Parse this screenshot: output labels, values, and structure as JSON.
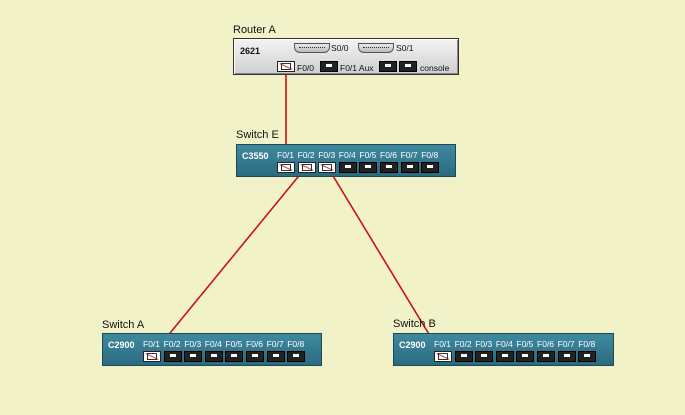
{
  "devices": {
    "router_a": {
      "name": "Router A",
      "model": "2621",
      "serial_ports": [
        "S0/0",
        "S0/1"
      ],
      "f0_0": "F0/0",
      "f0_1_aux": "F0/1 Aux",
      "console": "console"
    },
    "switch_e": {
      "name": "Switch E",
      "model": "C3550",
      "ports": [
        "F0/1",
        "F0/2",
        "F0/3",
        "F0/4",
        "F0/5",
        "F0/6",
        "F0/7",
        "F0/8"
      ],
      "connected": [
        true,
        true,
        true,
        false,
        false,
        false,
        false,
        false
      ]
    },
    "switch_a": {
      "name": "Switch A",
      "model": "C2900",
      "ports": [
        "F0/1",
        "F0/2",
        "F0/3",
        "F0/4",
        "F0/5",
        "F0/6",
        "F0/7",
        "F0/8"
      ],
      "connected": [
        true,
        false,
        false,
        false,
        false,
        false,
        false,
        false
      ]
    },
    "switch_b": {
      "name": "Switch B",
      "model": "C2900",
      "ports": [
        "F0/1",
        "F0/2",
        "F0/3",
        "F0/4",
        "F0/5",
        "F0/6",
        "F0/7",
        "F0/8"
      ],
      "connected": [
        true,
        false,
        false,
        false,
        false,
        false,
        false,
        false
      ]
    }
  },
  "links": [
    {
      "from": "Router A F0/0",
      "to": "Switch E F0/1"
    },
    {
      "from": "Switch E F0/2",
      "to": "Switch A F0/1"
    },
    {
      "from": "Switch E F0/3",
      "to": "Switch B F0/1"
    }
  ],
  "colors": {
    "background": "#f2f2c9",
    "cable": "#cc1111",
    "switch_body": "#2f7489",
    "router_body": "#d9d9d9"
  }
}
